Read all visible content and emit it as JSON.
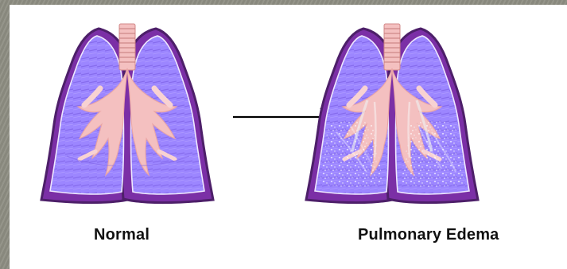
{
  "labels": {
    "left": "Normal",
    "right": "Pulmonary Edema"
  },
  "colors": {
    "frame": "#8f8f84",
    "panel": "#ffffff",
    "lung_outer": "#7b2fa6",
    "lung_inner": "#a78cff",
    "airway": "#f4c0c0",
    "arrow": "#000000"
  },
  "icons": {
    "left_lungs": "normal-lungs",
    "right_lungs": "pulmonary-edema-lungs",
    "transition": "right-arrow"
  }
}
